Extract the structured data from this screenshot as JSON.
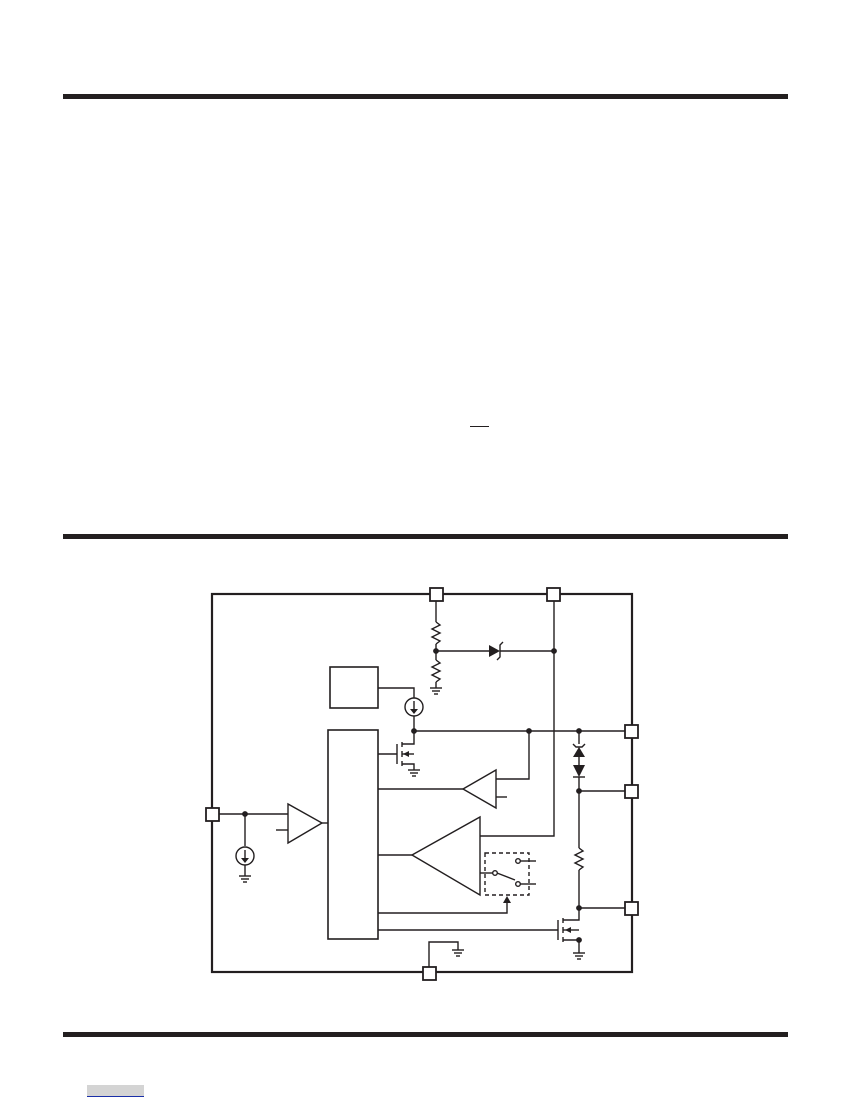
{
  "document": {
    "section_rules": 3,
    "overbar_marker": true,
    "footer_link": true
  },
  "diagram": {
    "blocks": [
      "logic-block",
      "reference-block",
      "comparator-a",
      "comparator-b",
      "main-amplifier",
      "switch-box"
    ],
    "pins": [
      "pin-top-left",
      "pin-top-right",
      "pin-right-1",
      "pin-right-2",
      "pin-right-3",
      "pin-left",
      "pin-bottom"
    ],
    "colors": {
      "stroke": "#231f20",
      "background": "#ffffff",
      "footer_link_bg": "#d4d4d4",
      "footer_link_underline": "#1a2fa8"
    }
  }
}
